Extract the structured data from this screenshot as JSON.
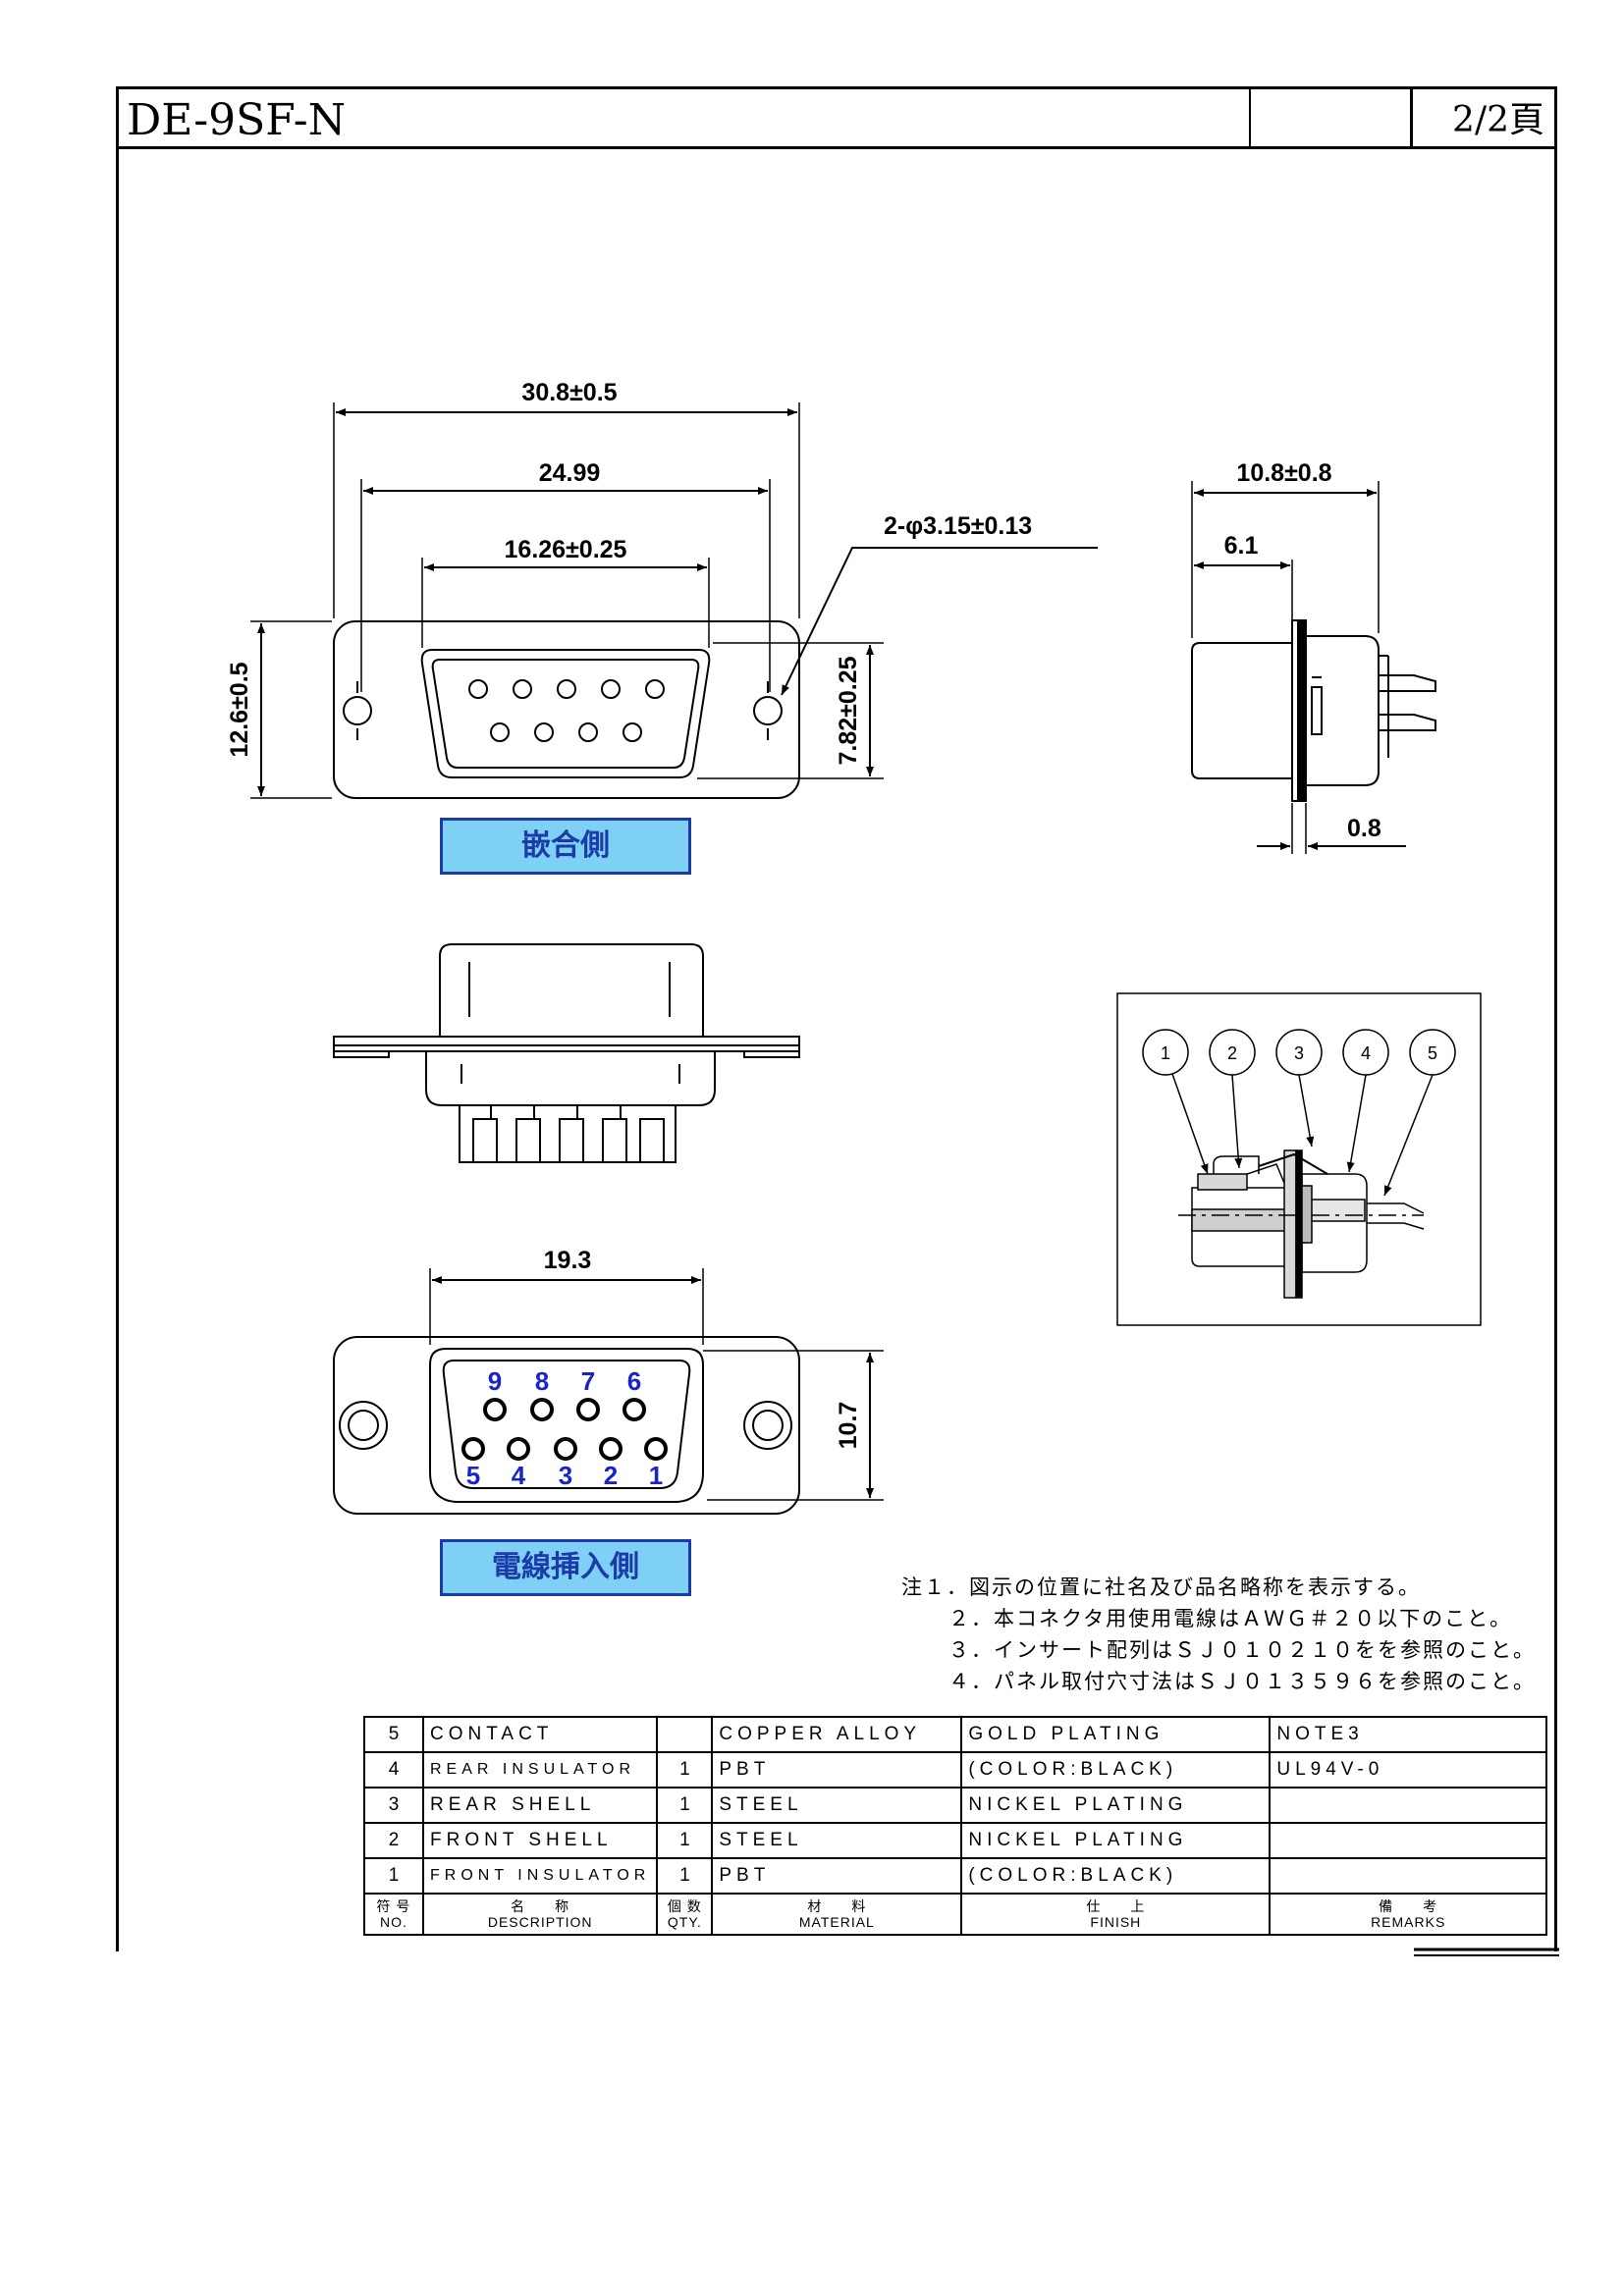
{
  "header": {
    "title": "DE-9SF-N",
    "page": "2/2頁"
  },
  "dims": {
    "overall_width": "30.8±0.5",
    "mounting_pitch": "24.99",
    "shell_width": "16.26±0.25",
    "hole": "2-φ3.15±0.13",
    "flange_height": "12.6±0.5",
    "shell_height": "7.82±0.25",
    "side_depth": "10.8±0.8",
    "side_front": "6.1",
    "flange_thickness": "0.8",
    "rear_width": "19.3",
    "rear_height": "10.7"
  },
  "labels": {
    "mating_side": "嵌合側",
    "wire_side": "電線挿入側"
  },
  "pins": {
    "top": [
      "9",
      "8",
      "7",
      "6"
    ],
    "bottom": [
      "5",
      "4",
      "3",
      "2",
      "1"
    ]
  },
  "callouts": [
    "1",
    "2",
    "3",
    "4",
    "5"
  ],
  "notes": [
    "注１．図示の位置に社名及び品名略称を表示する。",
    "２．本コネクタ用使用電線はＡＷＧ＃２０以下のこと。",
    "３．インサート配列はＳＪ０１０２１０をを参照のこと。",
    "４．パネル取付穴寸法はＳＪ０１３５９６を参照のこと。"
  ],
  "bom": {
    "rows": [
      {
        "no": "5",
        "description": "CONTACT",
        "qty": "",
        "material": "COPPER ALLOY",
        "finish": "GOLD PLATING",
        "remarks": "NOTE3"
      },
      {
        "no": "4",
        "description": "REAR INSULATOR",
        "qty": "1",
        "material": "PBT",
        "finish": "(COLOR:BLACK)",
        "remarks": "UL94V-0"
      },
      {
        "no": "3",
        "description": "REAR SHELL",
        "qty": "1",
        "material": "STEEL",
        "finish": "NICKEL PLATING",
        "remarks": ""
      },
      {
        "no": "2",
        "description": "FRONT SHELL",
        "qty": "1",
        "material": "STEEL",
        "finish": "NICKEL PLATING",
        "remarks": ""
      },
      {
        "no": "1",
        "description": "FRONT INSULATOR",
        "qty": "1",
        "material": "PBT",
        "finish": "(COLOR:BLACK)",
        "remarks": ""
      }
    ],
    "header": {
      "no_jp": "符 号",
      "no_en": "NO.",
      "desc_jp": "名　　称",
      "desc_en": "DESCRIPTION",
      "qty_jp": "個 数",
      "qty_en": "QTY.",
      "mat_jp": "材　　料",
      "mat_en": "MATERIAL",
      "fin_jp": "仕　　上",
      "fin_en": "FINISH",
      "rem_jp": "備　　考",
      "rem_en": "REMARKS"
    }
  }
}
